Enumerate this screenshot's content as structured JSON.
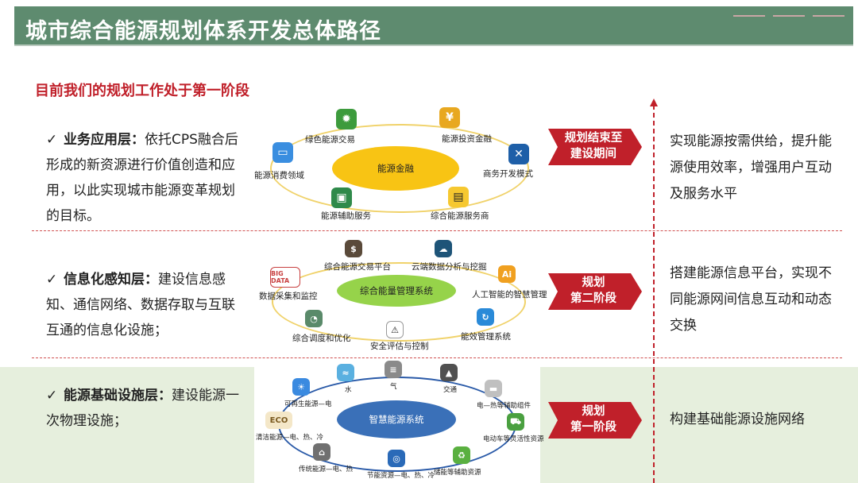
{
  "header": {
    "title": "城市综合能源规划体系开发总体路径"
  },
  "subtitle": "目前我们的规划工作处于第一阶段",
  "layers": [
    {
      "check": "✓",
      "name": "业务应用层：",
      "desc": "依托CPS融合后形成的新资源进行价值创造和应用，以此实现城市能源变革规划的目标。"
    },
    {
      "check": "✓",
      "name": "信息化感知层：",
      "desc": "建设信息感知、通信网络、数据存取与互联互通的信息化设施；"
    },
    {
      "check": "✓",
      "name": "能源基础设施层：",
      "desc": "建设能源一次物理设施；"
    }
  ],
  "stages": [
    {
      "line1": "规划结束至",
      "line2": "建设期间"
    },
    {
      "line1": "规划",
      "line2": "第二阶段"
    },
    {
      "line1": "规划",
      "line2": "第一阶段"
    }
  ],
  "results": [
    "实现能源按需供给，提升能源使用效率，增强用户互动及服务水平",
    "搭建能源信息平台，实现不同能源网间信息互动和动态交换",
    "构建基础能源设施网络"
  ],
  "diagram1": {
    "center": "能源金融",
    "nodes": [
      "绿色能源交易",
      "能源投资金融",
      "能源消费领域",
      "商务开发模式",
      "能源辅助服务",
      "综合能源服务商"
    ]
  },
  "diagram2": {
    "center": "综合能量管理系统",
    "icon_text": [
      "BIG DATA",
      "Ai"
    ],
    "nodes": [
      "综合能源交易平台",
      "云端数据分析与挖掘",
      "数据采集和监控",
      "人工智能的智慧管理",
      "综合调度和优化",
      "安全评估与控制",
      "能效管理系统"
    ]
  },
  "diagram3": {
    "center": "智慧能源系统",
    "icon_text": [
      "ECO"
    ],
    "nodes": [
      "水",
      "气",
      "交通",
      "可再生能源—电",
      "电—热等辅助组件",
      "清洁能源—电、热、冷",
      "电动车等灵活性资源",
      "传统能源—电、热",
      "节能资源—电、热、冷",
      "储能等辅助资源"
    ]
  },
  "colors": {
    "title_bg": "#5e8b6f",
    "accent_red": "#c0202a",
    "ring_yellow": "#f0d26a",
    "core_yellow": "#f8c414",
    "core_green": "#96d34a",
    "core_blue": "#3a70b8"
  }
}
